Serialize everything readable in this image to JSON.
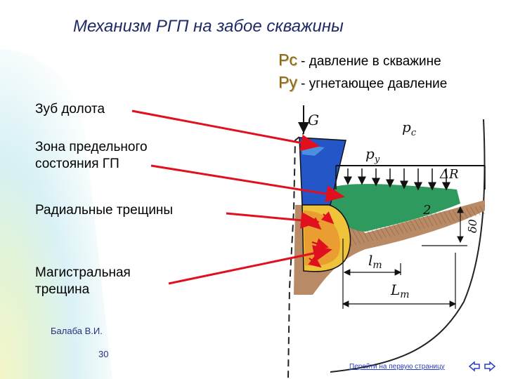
{
  "title": "Механизм РГП на забое скважины",
  "legend": [
    {
      "symbol": "Pc",
      "text": " - давление в скважине"
    },
    {
      "symbol": "Py",
      "text": " - угнетающее давление"
    }
  ],
  "labels": {
    "tooth": "Зуб долота",
    "zone_line1": "Зона предельного",
    "zone_line2": "состояния ГП",
    "radial": "Радиальные трещины",
    "main_line1": "Магистральная",
    "main_line2": "трещина"
  },
  "diagram_text": {
    "G": "G",
    "pc": "p",
    "pc_sub": "c",
    "py": "p",
    "py_sub": "y",
    "dR": "ΔR",
    "two": "2",
    "delta0": "δ0",
    "lt": "l",
    "lt_sub": "т",
    "Lt": "L",
    "Lt_sub": "т"
  },
  "footer": {
    "author": "Балаба В.И.",
    "page": "30",
    "link": "Перейти на первую страницу"
  },
  "colors": {
    "title": "#1f2a66",
    "arrow": "#e0101e",
    "tooth": "#2456c8",
    "zone": "#2e9a5c",
    "rock": "#b07a55",
    "core": "#f0c43a"
  }
}
